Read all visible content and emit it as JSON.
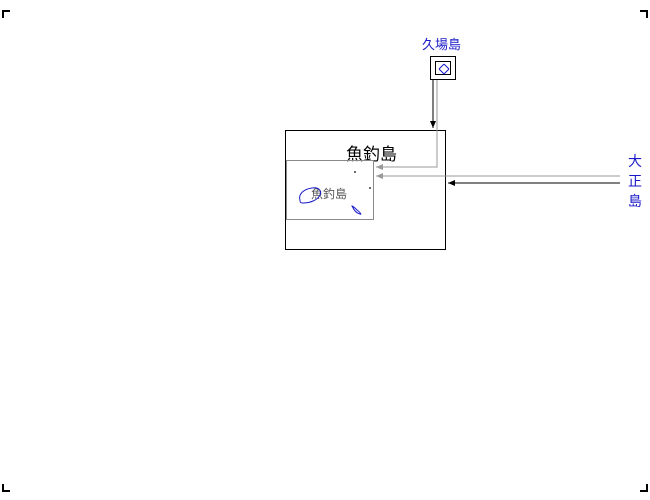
{
  "map": {
    "main_title": "魚釣島",
    "inset_label": "魚釣島",
    "kubajima_label": "久場島",
    "taishojima_label": "大正島",
    "colors": {
      "island_outline": "#1818c8",
      "label_blue": "#1818c8",
      "frame": "#000000",
      "inset_frame": "#8a8a8a",
      "leader_gray": "#999999"
    }
  }
}
